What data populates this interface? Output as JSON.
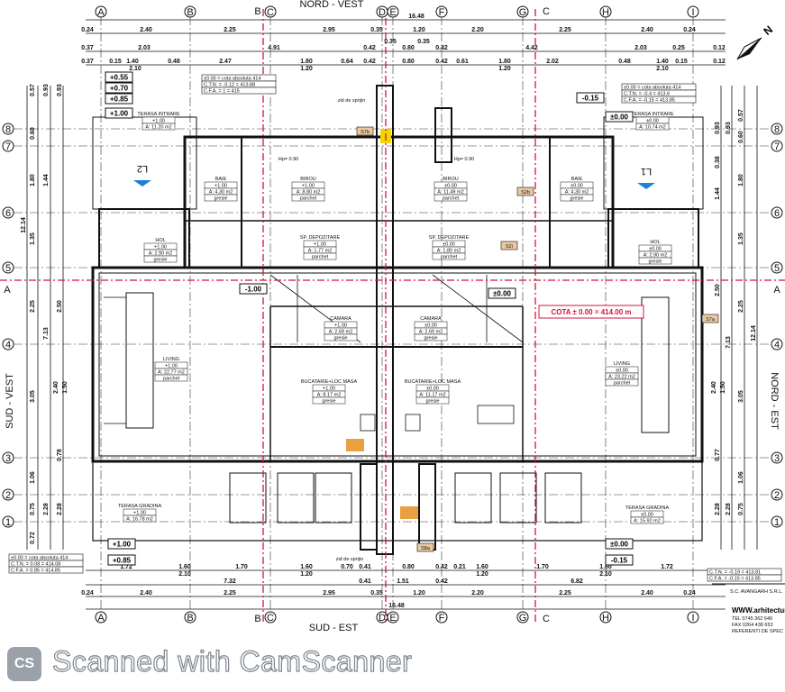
{
  "orientation": {
    "top": "NORD - VEST",
    "bottom": "SUD - EST",
    "left": "SUD - VEST",
    "right": "NORD - EST"
  },
  "axes_x": [
    "A",
    "B",
    "C",
    "D",
    "E",
    "F",
    "G",
    "H",
    "I"
  ],
  "axes_y": [
    "8",
    "7",
    "6",
    "5",
    "4",
    "3",
    "2",
    "1"
  ],
  "section_markers": {
    "a": "A",
    "b": "B",
    "c": "C"
  },
  "overall_length": "16.48",
  "overall_depth": "12.14",
  "dims_top": {
    "row1": [
      "0.24",
      "2.40",
      "2.25",
      "2.95",
      "0.35",
      "1.20",
      "2.20",
      "2.25",
      "2.40",
      "0.24"
    ],
    "row2": [
      "0.37",
      "2.03",
      "4.91",
      "0.42",
      "0.35",
      "0.80",
      "0.35",
      "0.42",
      "4.42",
      "2.03",
      "0.25",
      "0.12"
    ],
    "row3": [
      "0.37",
      "0.15",
      "1.40",
      "2.10",
      "0.48",
      "2.47",
      "1.80",
      "1.20",
      "0.64",
      "0.42",
      "0.80",
      "0.42",
      "0.61",
      "1.80",
      "1.20",
      "2.02",
      "0.48",
      "1.40",
      "2.10",
      "0.15",
      "0.12"
    ]
  },
  "dims_bottom": {
    "row1": [
      "1.72",
      "1.60",
      "2.10",
      "1.70",
      "1.60",
      "1.20",
      "0.70",
      "0.41",
      "0.80",
      "0.42",
      "0.21",
      "1.60",
      "1.20",
      "1.70",
      "1.60",
      "2.10",
      "1.72"
    ],
    "row2": [
      "7.32",
      "0.41",
      "1.51",
      "0.42",
      "6.82"
    ],
    "row3": [
      "0.24",
      "2.40",
      "2.25",
      "2.95",
      "0.35",
      "1.20",
      "2.20",
      "2.25",
      "2.40",
      "0.24"
    ]
  },
  "dims_left": [
    "0.57",
    "0.60",
    "1.80",
    "1.35",
    "2.25",
    "3.05",
    "1.06",
    "0.75",
    "0.72",
    "0.93",
    "1.44",
    "7.13",
    "2.28",
    "0.93",
    "2.50",
    "2.40",
    "1.50",
    "0.78",
    "2.28"
  ],
  "dims_right": [
    "0.93",
    "0.38",
    "1.44",
    "2.50",
    "2.40",
    "1.50",
    "0.77",
    "2.28",
    "0.93",
    "7.13",
    "2.28",
    "0.57",
    "0.60",
    "1.80",
    "1.35",
    "2.25",
    "3.05",
    "1.06",
    "0.75"
  ],
  "levels": {
    "tl1": "+0.55",
    "tl2": "+0.70",
    "tl3": "+0.85",
    "tl4": "+1.00",
    "tr1": "-0.15",
    "tr2": "±0.00",
    "mid_left": "-1.00",
    "mid_right": "±0.00",
    "bl1": "+1.00",
    "bl2": "+0.85",
    "br1": "±0.00",
    "br2": "-0.15"
  },
  "cota": "COTA ± 0.00 = 414.00 m",
  "info_tables": [
    [
      "±0.00 = cota absoluta  414",
      "C.T.N. = -0.12  =  413.88",
      "C.F.A. = 1  =  415"
    ],
    [
      "±0.00 = cota absoluta  414",
      "C.T.N. = -0.4  =  413.6",
      "C.F.A. = -0.15  =  413.85"
    ],
    [
      "±0.00 = cota absoluta  414",
      "C.T.N. = 0.08  =  414.08",
      "C.F.A. = 0.85  =  414.85"
    ],
    [
      "±0.00 = cota absoluta  414",
      "C.T.N. = -0.19  =  413.81",
      "C.F.A. = -0.15  =  413.85"
    ]
  ],
  "units": {
    "left": "L2",
    "right": "L1"
  },
  "rooms": [
    {
      "name": "TERASA INTRARE",
      "level": "+1.00",
      "area": "A: 11.20 m2",
      "finish": ""
    },
    {
      "name": "BAIE",
      "level": "+1.00",
      "area": "A: 4.30 m2",
      "finish": "gresie"
    },
    {
      "name": "BIROU",
      "level": "+1.00",
      "area": "A: 8.80 m2",
      "finish": "parchet"
    },
    {
      "name": "HOL",
      "level": "+1.00",
      "area": "A: 2.90 m2",
      "finish": "gresie"
    },
    {
      "name": "SP. DEPOZITARE",
      "level": "+1.00",
      "area": "A: 1.77 m2",
      "finish": "parchet"
    },
    {
      "name": "CAMARA",
      "level": "+1.00",
      "area": "A: 2.69 m2",
      "finish": "gresie"
    },
    {
      "name": "LIVING",
      "level": "+1.00",
      "area": "A: 22.77 m2",
      "finish": "parchet"
    },
    {
      "name": "BUCATARIE+LOC MASA",
      "level": "+1.00",
      "area": "A: 8.17 m2",
      "finish": "gresie"
    },
    {
      "name": "TERASA GRADINA",
      "level": "+1.00",
      "area": "A: 16.78 m2",
      "finish": ""
    },
    {
      "name": "TERASA INTRARE",
      "level": "±0.00",
      "area": "A: 10.74 m2",
      "finish": ""
    },
    {
      "name": "BIROU",
      "level": "±0.00",
      "area": "A: 11.49 m2",
      "finish": "parchet"
    },
    {
      "name": "BAIE",
      "level": "±0.00",
      "area": "A: 4.30 m2",
      "finish": "gresie"
    },
    {
      "name": "HOL",
      "level": "±0.00",
      "area": "A: 2.90 m2",
      "finish": "gresie"
    },
    {
      "name": "SP. DEPOZITARE",
      "level": "±0.00",
      "area": "A: 1.80 m2",
      "finish": "parchet"
    },
    {
      "name": "CAMARA",
      "level": "±0.00",
      "area": "A: 2.69 m2",
      "finish": "gresie"
    },
    {
      "name": "LIVING",
      "level": "±0.00",
      "area": "A: 23.22 m2",
      "finish": "parchet"
    },
    {
      "name": "BUCATARIE+LOC MASA",
      "level": "±0.00",
      "area": "A: 11.17 m2",
      "finish": "gresie"
    },
    {
      "name": "TERASA GRADINA",
      "level": "±0.00",
      "area": "A: 15.92 m2",
      "finish": ""
    }
  ],
  "notes": {
    "hp1": "Hp= 0.90",
    "hp2": "Hp= 0.90",
    "zid_top": "zid de sprijin",
    "zid_bottom": "zid de sprijin",
    "tag1": "S7b",
    "tag2": "S2b",
    "tag3": "S2i",
    "tag4": "S7a",
    "tag5": "S8a"
  },
  "title_block": {
    "company": "S.C. AVANGARH S.R.L.",
    "web": "WWW.arhitectur",
    "tel": "TEL   0745 362 640",
    "fax": "FAX   0264 438 653",
    "ref": "REFERENTI DE SPEC"
  },
  "watermark": {
    "logo": "CS",
    "text": "Scanned with CamScanner"
  },
  "colors": {
    "section_line": "#d2143c",
    "cota": "#d2143c",
    "level_marker": "#1e7fd8",
    "yellow": "#f2d400",
    "orange": "#e8a040"
  }
}
